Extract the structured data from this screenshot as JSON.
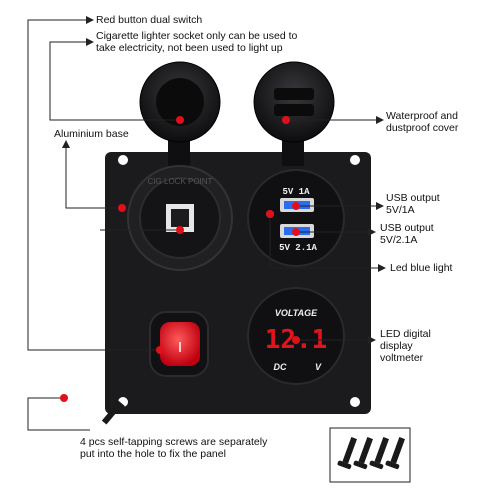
{
  "labels": {
    "red_switch": "Red button dual switch",
    "cig_line1": "Cigarette lighter socket only can be used to",
    "cig_line2": "take electricity, not been used to light up",
    "aluminium": "Aluminium base",
    "waterproof_line1": "Waterproof and",
    "waterproof_line2": "dustproof cover",
    "usb1_line1": "USB output",
    "usb1_line2": "5V/1A",
    "usb2_line1": "USB output",
    "usb2_line2": "5V/2.1A",
    "led_blue": "Led blue light",
    "led_line1": "LED digital",
    "led_line2": "display",
    "led_line3": "voltmeter",
    "screws_line1": "4 pcs self-tapping screws are separately",
    "screws_line2": "put into the hole to fix the panel"
  },
  "panel": {
    "socket_ring_text": "CIG LOCK POINT",
    "usb_top_label": "5V   1A",
    "usb_bottom_label": "5V   2.1A",
    "voltmeter_title": "VOLTAGE",
    "voltmeter_reading": "12.1",
    "voltmeter_dc": "DC",
    "voltmeter_unit": "V"
  },
  "colors": {
    "panel": "#1b1b1d",
    "led_red": "#e3131b",
    "usb_blue": "#2a6df0",
    "marker_red": "#e0101a"
  }
}
